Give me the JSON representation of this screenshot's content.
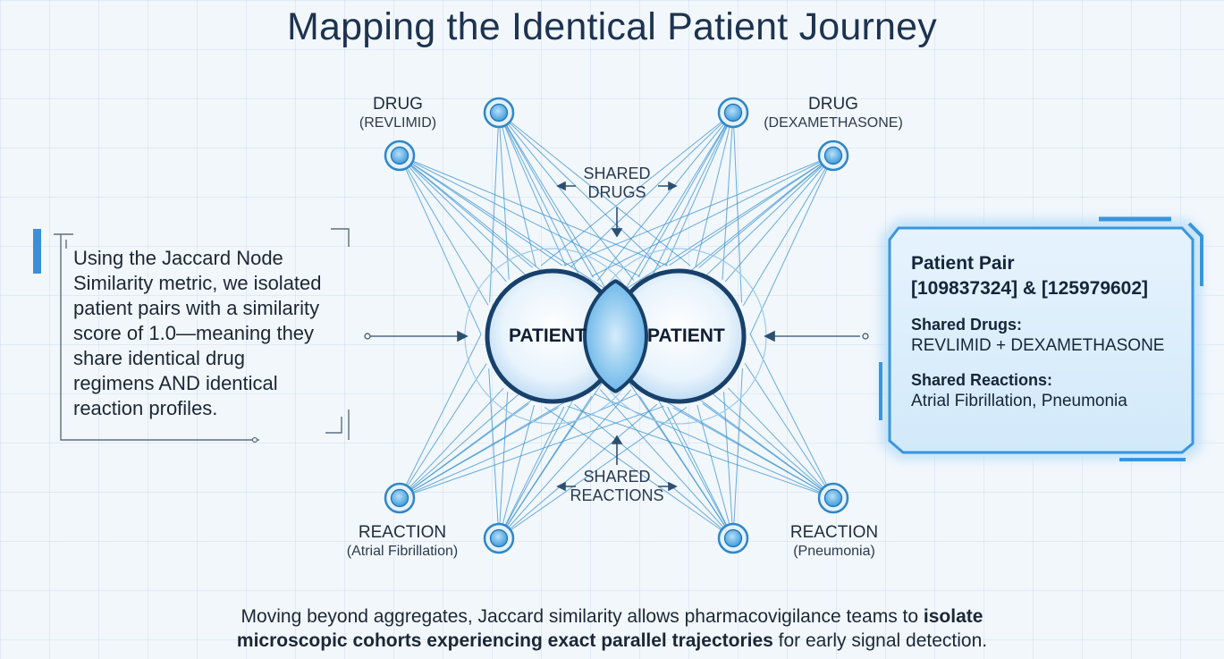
{
  "title": "Mapping the Identical Patient Journey",
  "nodes": {
    "drug_left": {
      "label": "DRUG",
      "sub": "(REVLIMID)"
    },
    "drug_right": {
      "label": "DRUG",
      "sub": "(DEXAMETHASONE)"
    },
    "reaction_left": {
      "label": "REACTION",
      "sub": "(Atrial Fibrillation)"
    },
    "reaction_right": {
      "label": "REACTION",
      "sub": "(Pneumonia)"
    }
  },
  "shared_drugs": [
    "SHARED",
    "DRUGS"
  ],
  "shared_reactions": [
    "SHARED",
    "REACTIONS"
  ],
  "patient_left": "PATIENT",
  "patient_right": "PATIENT",
  "left_panel": {
    "lines": [
      "Using the Jaccard Node",
      "Similarity metric, we isolated",
      "patient pairs with a similarity",
      "score of 1.0—meaning they",
      "share identical drug",
      "regimens AND identical",
      "reaction profiles."
    ]
  },
  "info_panel": {
    "heading_line1": "Patient Pair",
    "heading_line2": "[109837324] & [125979602]",
    "shared_drugs_label": "Shared Drugs:",
    "shared_drugs_value": "REVLIMID + DEXAMETHASONE",
    "shared_reactions_label": "Shared Reactions:",
    "shared_reactions_value": "Atrial Fibrillation, Pneumonia"
  },
  "footer": {
    "part1": "Moving beyond aggregates, Jaccard similarity allows pharmacovigilance teams to ",
    "bold1": "isolate",
    "bold2": "microscopic cohorts experiencing exact parallel trajectories",
    "part2": " for early signal detection."
  },
  "colors": {
    "accent": "#2f8fd8",
    "line": "#3a92cf",
    "node_fill": "#5fb3ea",
    "ring": "#163d63",
    "title": "#1d3350"
  }
}
